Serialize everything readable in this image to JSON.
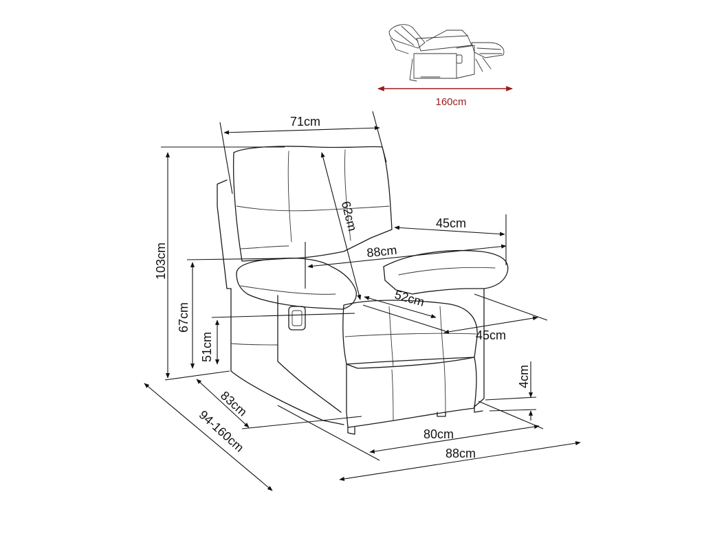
{
  "diagram": {
    "reclined_width": "160cm",
    "dimensions": {
      "backrest_width": "71cm",
      "backrest_height": "62cm",
      "total_height": "103cm",
      "armrest_height": "67cm",
      "seat_height": "51cm",
      "armrest_depth": "45cm",
      "inner_width": "88cm",
      "seat_depth": "52cm",
      "seat_width": "45cm",
      "leg_height": "4cm",
      "depth": "83cm",
      "depth_reclined": "94-160cm",
      "base_width": "80cm",
      "total_width": "88cm"
    },
    "colors": {
      "line": "#1a1a1a",
      "accent": "#9b1b1b"
    }
  }
}
